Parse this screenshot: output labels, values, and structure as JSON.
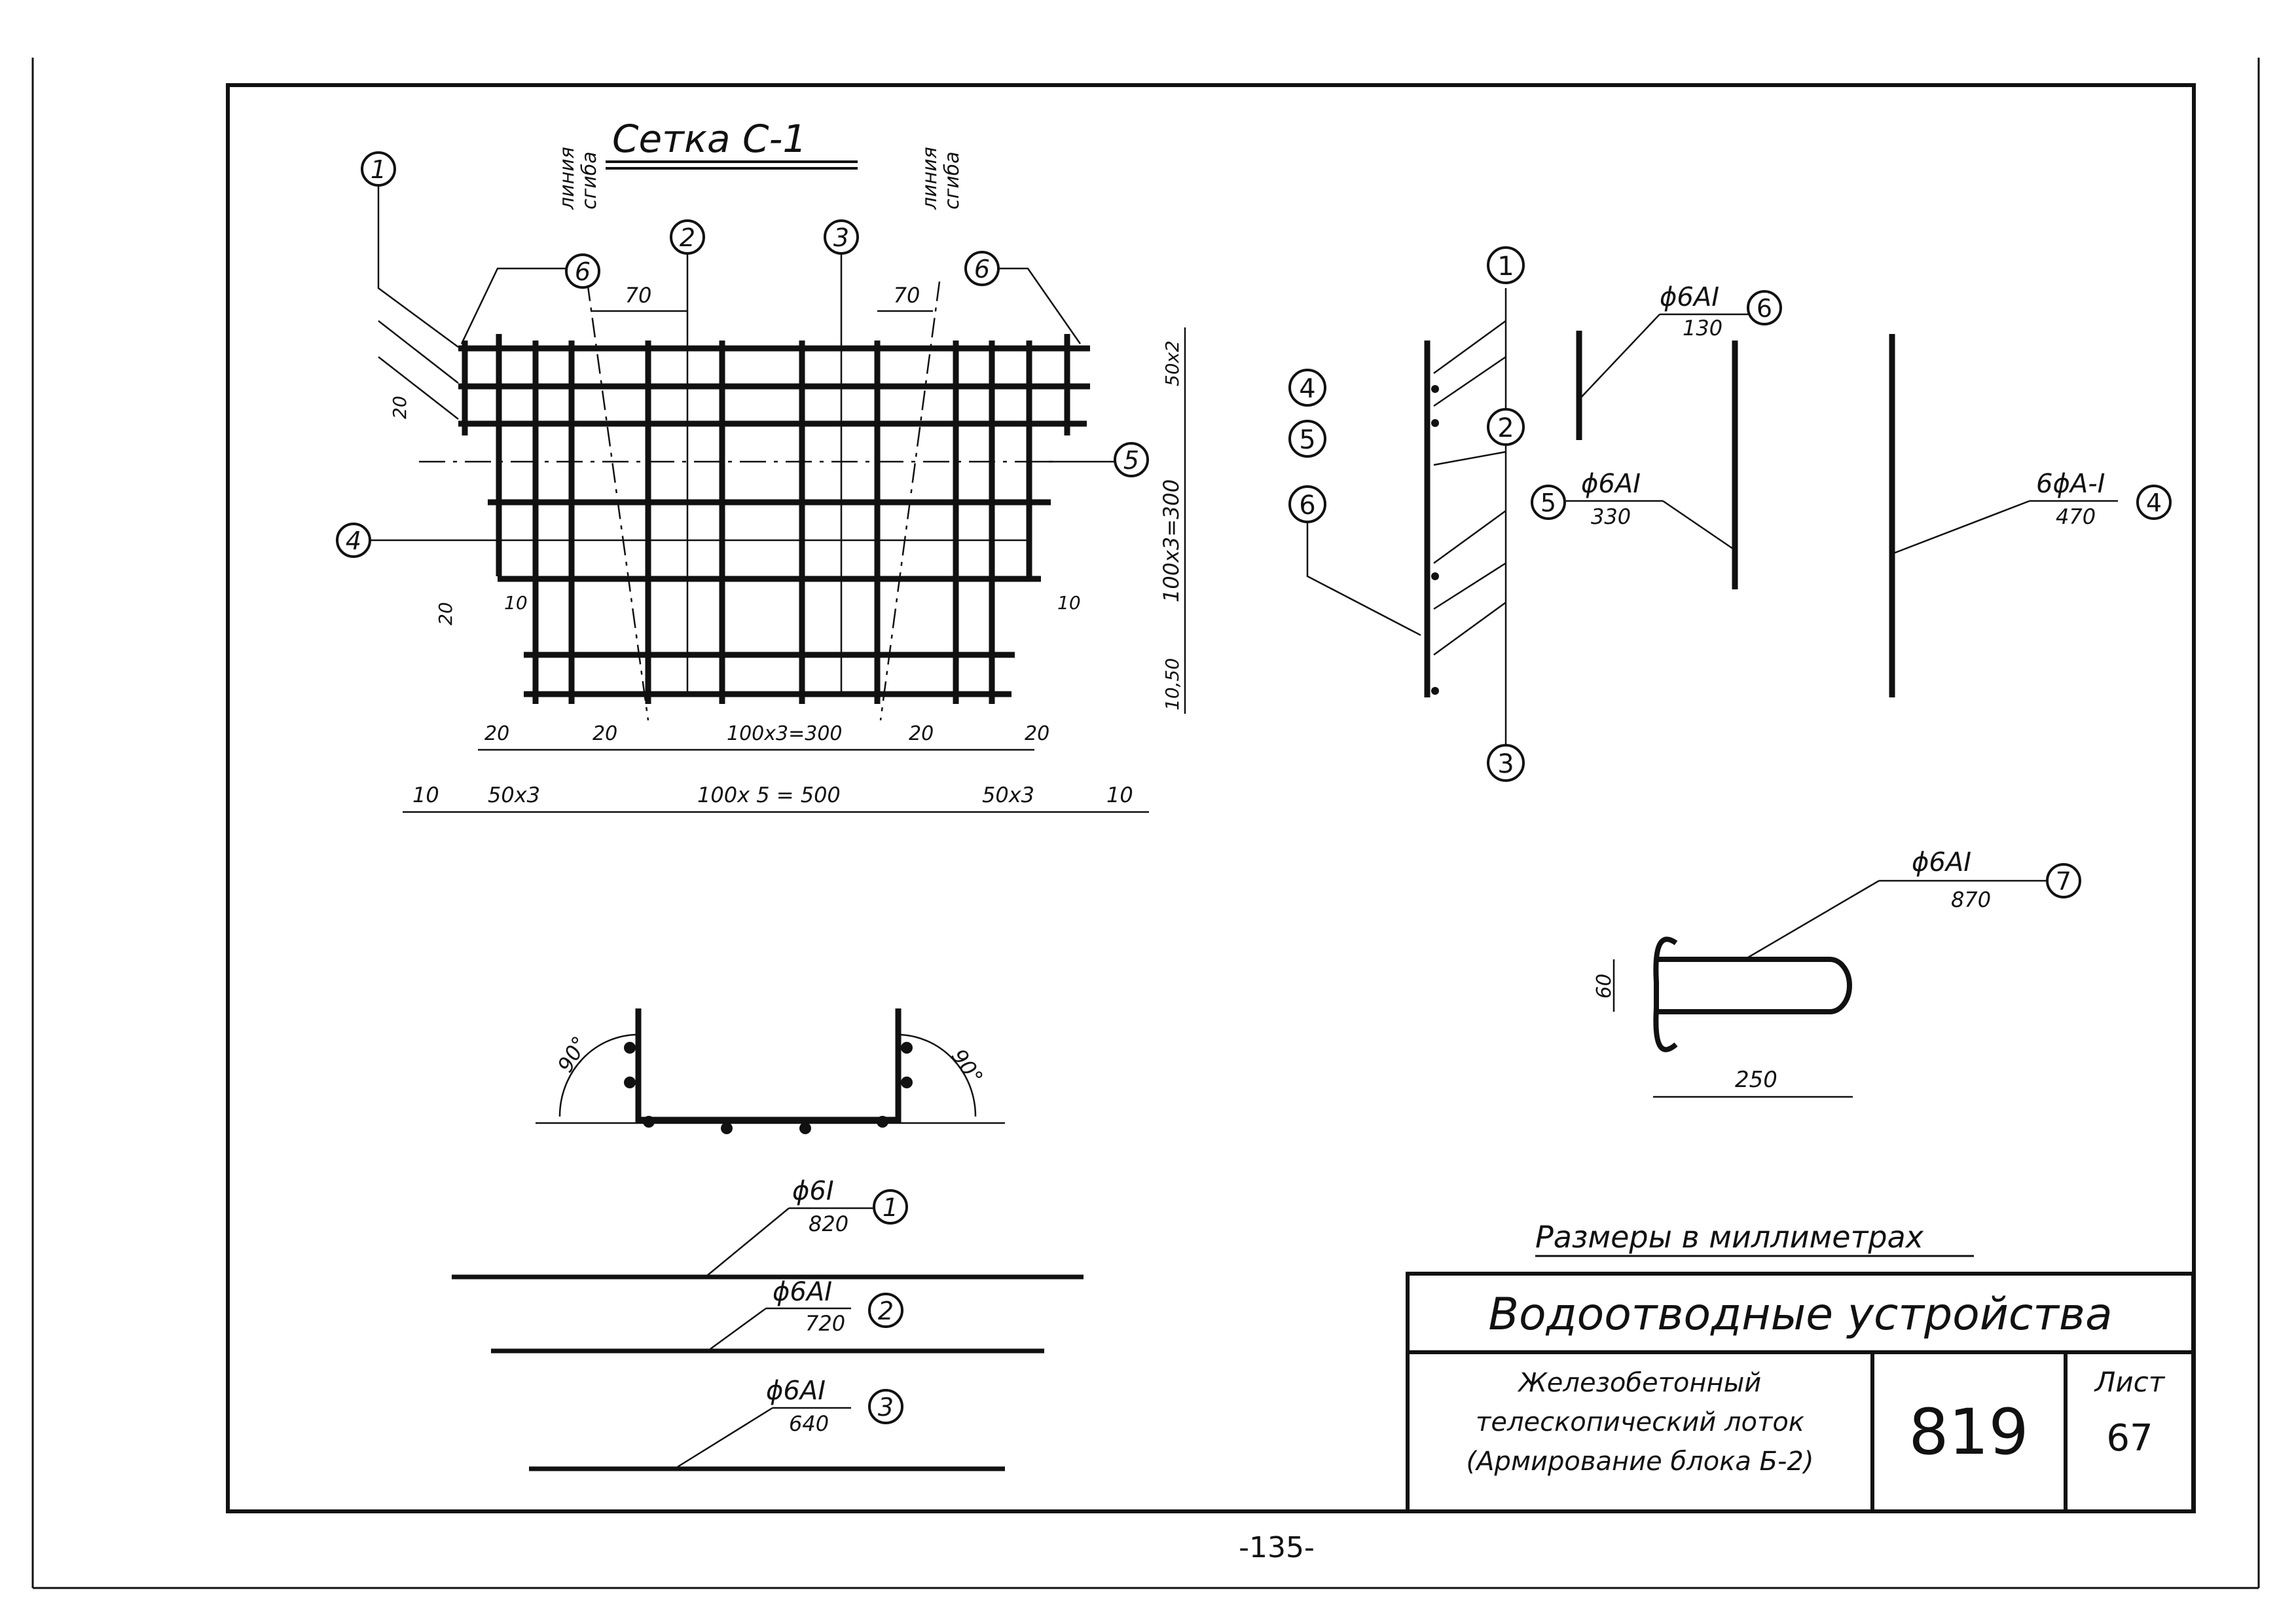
{
  "mesh": {
    "title": "Сетка С-1",
    "guide_line_label_1": "линия",
    "guide_line_label_2": "сгиба",
    "dims": {
      "d70": "70",
      "d20": "20",
      "d10": "10",
      "d50x2": "50x2",
      "d100x3_300": "100x3=300",
      "d10_50": "10,50",
      "d50x3": "50x3",
      "d100x5_500": "100x 5 = 500"
    },
    "markers": [
      "1",
      "2",
      "3",
      "4",
      "5",
      "6"
    ]
  },
  "section": {
    "markers": [
      "1",
      "2",
      "3",
      "4",
      "5",
      "6"
    ]
  },
  "bars": [
    {
      "marker": "6",
      "spec": "ϕ6AI",
      "length": "130"
    },
    {
      "marker": "5",
      "spec": "ϕ6AI",
      "length": "330"
    },
    {
      "marker": "4",
      "spec": "6ϕA-I",
      "length": "470"
    },
    {
      "marker": "7",
      "spec": "ϕ6AI",
      "length": "870"
    },
    {
      "marker": "1",
      "spec": "ϕ6I",
      "length": "820"
    },
    {
      "marker": "2",
      "spec": "ϕ6AI",
      "length": "720"
    },
    {
      "marker": "3",
      "spec": "ϕ6AI",
      "length": "640"
    }
  ],
  "loop_bar": {
    "height_dim": "60",
    "width_dim": "250"
  },
  "bend_angle": "90°",
  "note": "Размеры в миллиметрах",
  "title_block": {
    "header": "Водоотводные устройства",
    "description_line1": "Железобетонный",
    "description_line2": "телескопический лоток",
    "description_line3": "(Армирование блока Б-2)",
    "number": "819",
    "sheet_label": "Лист",
    "sheet_number": "67"
  },
  "page_number": "-135-"
}
